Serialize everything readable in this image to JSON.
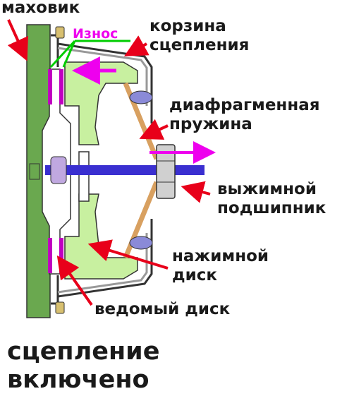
{
  "labels": {
    "flywheel": "маховик",
    "basket": [
      "корзина",
      "сцепления"
    ],
    "wear": "Износ",
    "spring": [
      "диафрагменная",
      "пружина"
    ],
    "bearing": [
      "выжимной",
      "подшипник"
    ],
    "pressure_disc": [
      "нажимной",
      "диск"
    ],
    "driven_disc": "ведомый диск"
  },
  "status": [
    "сцепление",
    "включено"
  ],
  "colors": {
    "flywheel": "#6aa84f",
    "pressure_parts": "#c8f0a0",
    "shaft": "#3a2fd0",
    "hub": "#c0a8e0",
    "friction_lining": "#c000c0",
    "arrow_red": "#e8001a",
    "arrow_magenta": "#ee00ee",
    "wear_pointer": "#00cc00",
    "spring": "#d8a060",
    "bolt": "#d8c070",
    "bearing": "#d0d0d0"
  }
}
